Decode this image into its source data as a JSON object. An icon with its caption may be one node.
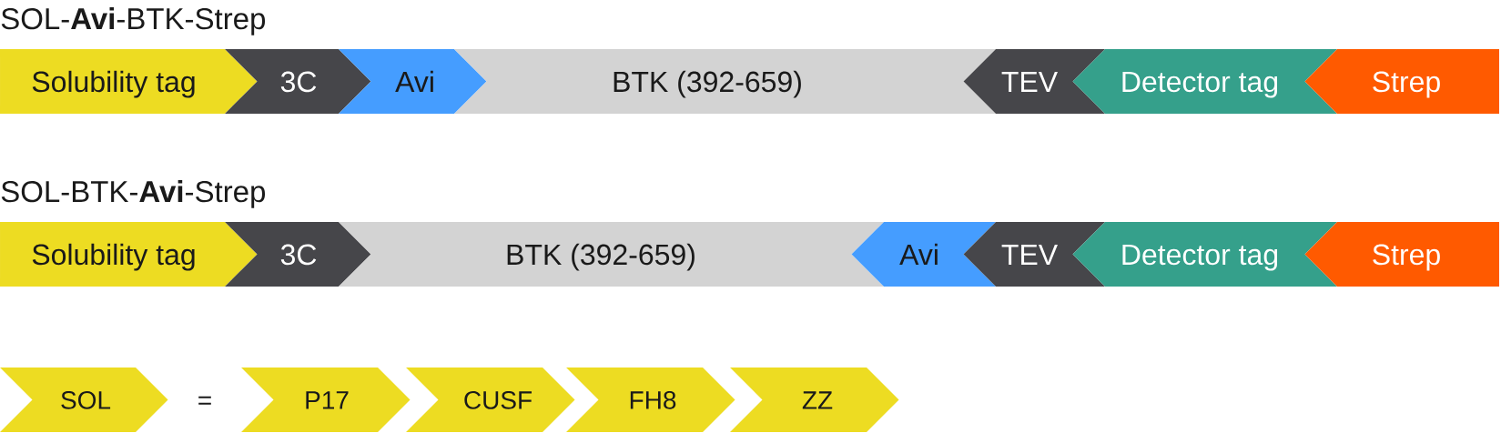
{
  "diagram": {
    "nodes": [
      {
        "text": [
          "Solubility tag"
        ]
      },
      {
        "text": [
          "3C"
        ]
      },
      {
        "text": [
          "Avi"
        ]
      },
      {
        "text": [
          "BTK (392-659)"
        ]
      },
      {
        "text": [
          "TEV"
        ]
      },
      {
        "text": [
          "Detector tag"
        ]
      },
      {
        "text": [
          "Strep"
        ]
      },
      {
        "text": [
          "Solubility tag"
        ]
      },
      {
        "text": [
          "3C"
        ]
      },
      {
        "text": [
          "BTK (392-659)"
        ]
      },
      {
        "text": [
          "Avi"
        ]
      },
      {
        "text": [
          "TEV"
        ]
      },
      {
        "text": [
          "Detector tag"
        ]
      },
      {
        "text": [
          "Strep"
        ]
      },
      {
        "text": [
          "SOL"
        ]
      },
      {
        "text": [
          "P17"
        ]
      },
      {
        "text": [
          "CUSF"
        ]
      },
      {
        "text": [
          "FH8"
        ]
      },
      {
        "text": [
          "ZZ"
        ]
      }
    ],
    "labels": [
      "SOL-**Avi**-BTK-Strep",
      "SOL-BTK-**Avi**-Strep",
      "="
    ]
  }
}
